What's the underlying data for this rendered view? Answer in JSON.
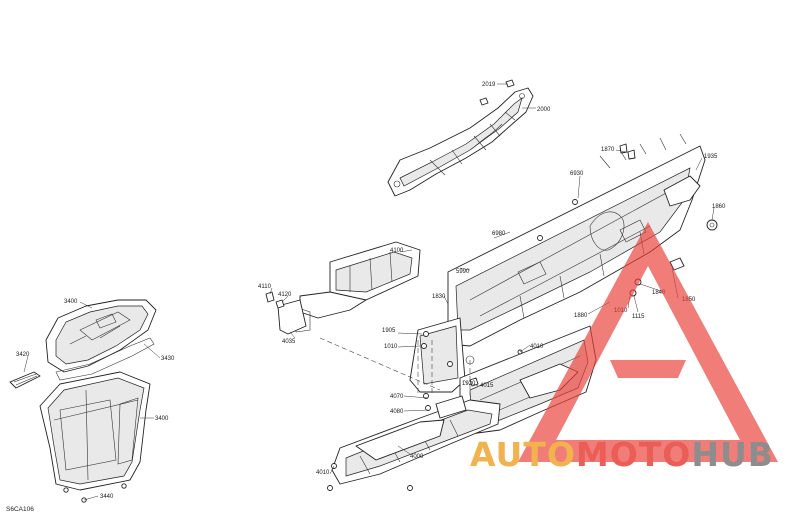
{
  "reference_code": "S6CA106",
  "callouts": {
    "c2019": "2019",
    "c2000": "2000",
    "c1870": "1870",
    "c1935": "1935",
    "c6930": "6930",
    "c1860": "1860",
    "c6980": "6980",
    "c5990": "5990",
    "c4100": "4100",
    "c4110": "4110",
    "c4120": "4120",
    "c4035": "4035",
    "c1830": "1830",
    "c1840": "1840",
    "c1850": "1850",
    "c1010a": "1010",
    "c1010b": "1010",
    "c1905": "1905",
    "c1880": "1880",
    "c1115": "1115",
    "c4010a": "4010",
    "c1920": "1920",
    "c4015": "4015",
    "c4070": "4070",
    "c4080": "4080",
    "c4000": "4000",
    "c4010b": "4010",
    "c3400": "3400",
    "c3420": "3420",
    "c3430": "3430",
    "c3400b": "3400",
    "c3440": "3440"
  },
  "watermark": {
    "part1": "AUTO",
    "part2": "MOTO",
    "part3": "HUB",
    "color_red": "#e8413a",
    "color_orange": "#f0a630",
    "color_gray": "#7a7a7a"
  }
}
